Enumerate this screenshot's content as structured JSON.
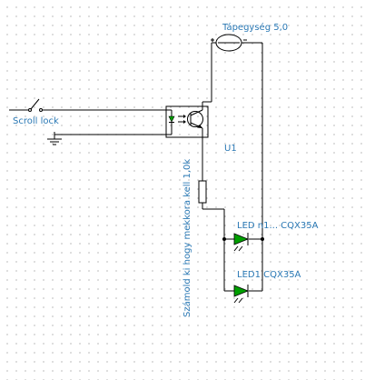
{
  "labels": {
    "switch": "Scroll lock",
    "supply": "Tápegység 5,0",
    "optocoupler": "U1",
    "resistor_note": "Számold ki hogy mekkora kell 1,0k",
    "led_upper": "LED n1... CQX35A",
    "led_lower": "LED1 CQX35A"
  },
  "colors": {
    "wire": "#000000",
    "label": "#2a78b4",
    "led_fill": "#00a000",
    "grid_dot": "#b4b4b4"
  }
}
